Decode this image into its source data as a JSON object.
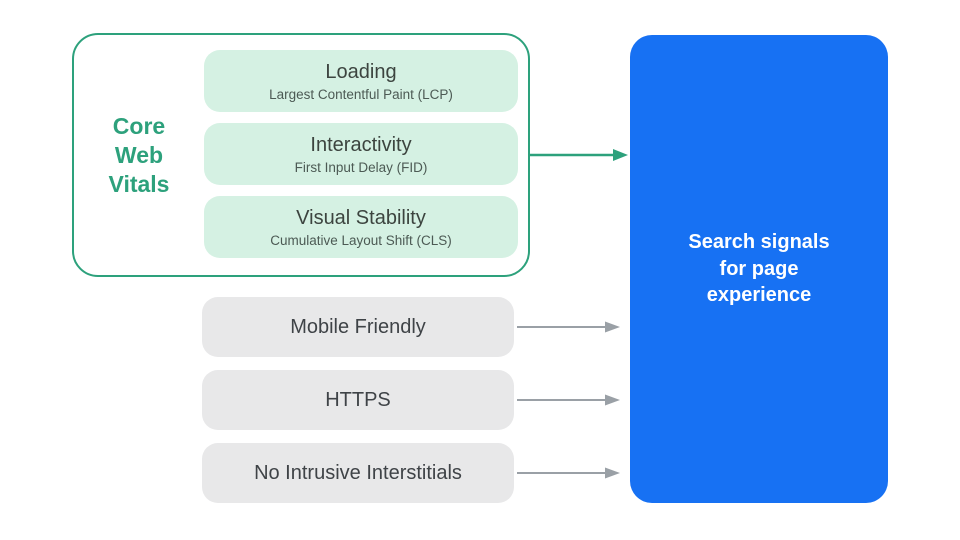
{
  "core_web_vitals": {
    "label": "Core Web Vitals",
    "label_lines": [
      "Core",
      "Web",
      "Vitals"
    ],
    "items": [
      {
        "title": "Loading",
        "subtitle": "Largest Contentful Paint (LCP)"
      },
      {
        "title": "Interactivity",
        "subtitle": "First Input Delay (FID)"
      },
      {
        "title": "Visual Stability",
        "subtitle": "Cumulative Layout Shift (CLS)"
      }
    ]
  },
  "other_signals": [
    {
      "title": "Mobile Friendly"
    },
    {
      "title": "HTTPS"
    },
    {
      "title": "No Intrusive Interstitials"
    }
  ],
  "result": {
    "label": "Search signals for page experience",
    "lines": [
      "Search signals",
      "for page",
      "experience"
    ]
  },
  "colors": {
    "green": "#2da17c",
    "green_light": "#d5f1e3",
    "pill_gray": "#e8e8e9",
    "arrow_gray": "#9aa0a6",
    "blue": "#1771f3",
    "text_dark": "#3c443f",
    "text_sub": "#4c5a54",
    "white": "#ffffff"
  }
}
